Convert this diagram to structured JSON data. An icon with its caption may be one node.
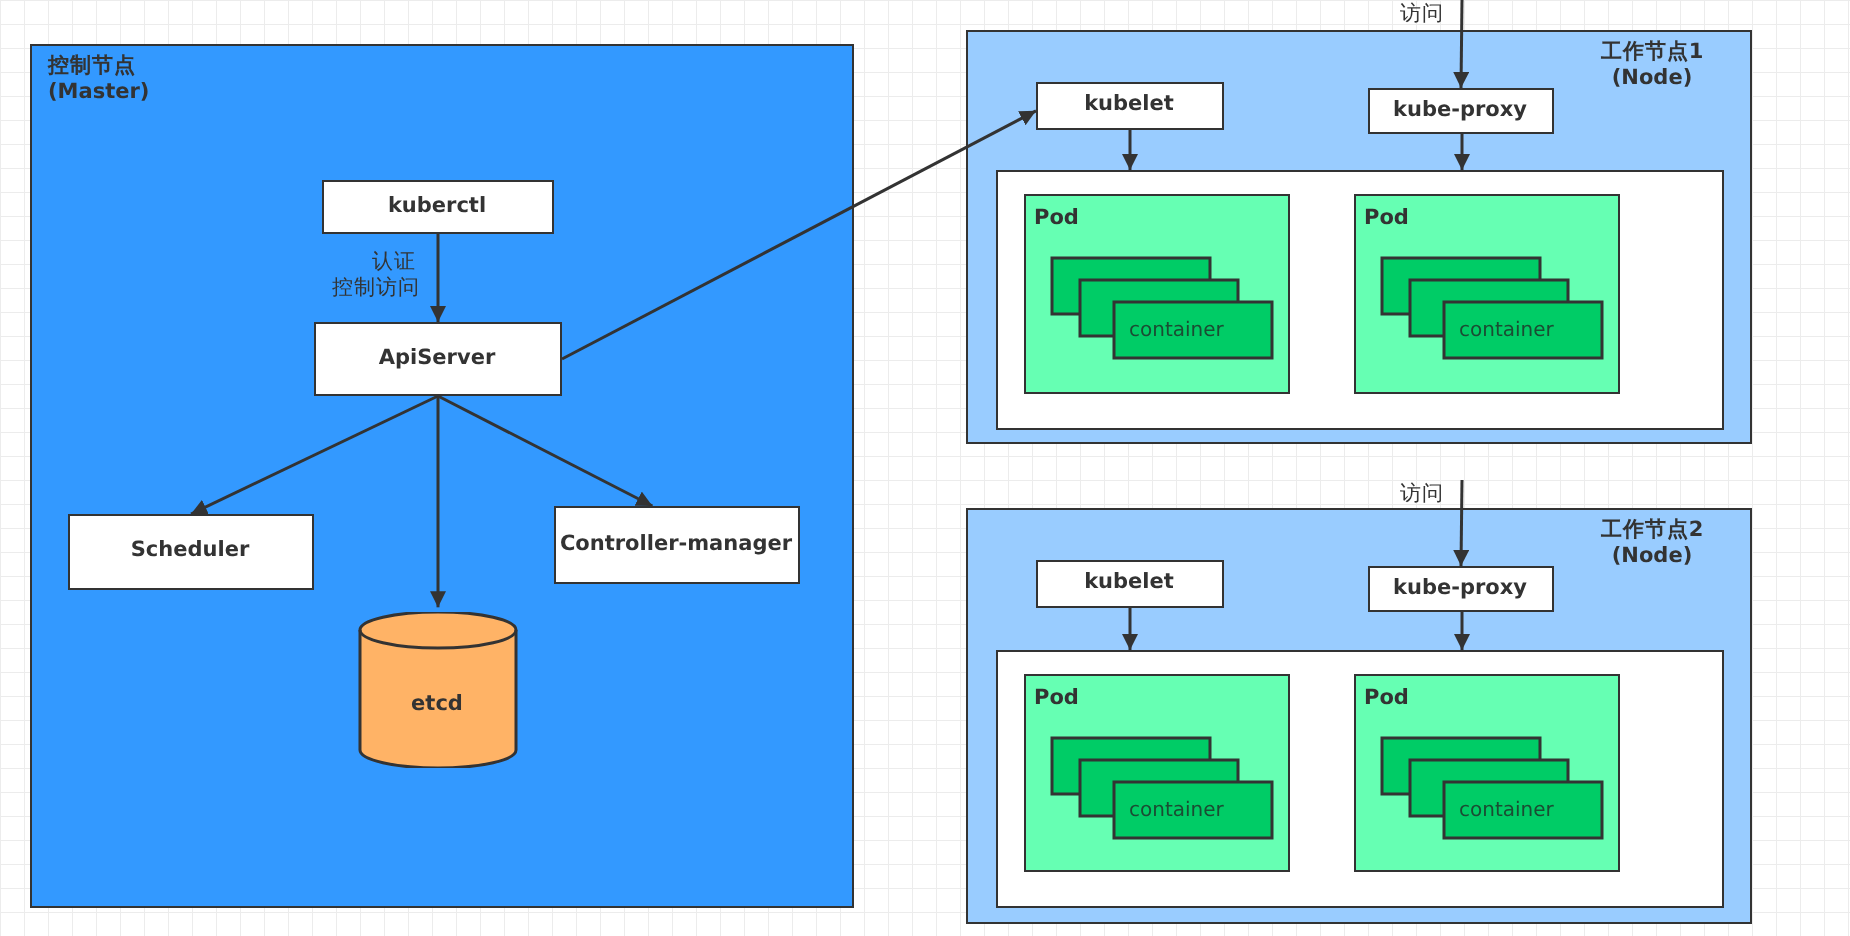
{
  "diagram": {
    "nodes": [
      {
        "text": [
          "控制节点 (Master)"
        ]
      },
      {
        "text": [
          "kuberctl"
        ],
        "in": 0
      },
      {
        "text": [
          "ApiServer"
        ],
        "in": 0
      },
      {
        "text": [
          "Scheduler"
        ],
        "in": 0
      },
      {
        "text": [
          "Controller-manager"
        ],
        "in": 0
      },
      {
        "text": [
          "etcd"
        ],
        "in": 0
      },
      {
        "text": [
          "工作节点1 (Node)"
        ]
      },
      {
        "text": [
          "kubelet"
        ],
        "in": 6
      },
      {
        "text": [
          "kube-proxy"
        ],
        "in": 6
      },
      {
        "text": [],
        "shape": "box",
        "in": 6
      },
      {
        "text": [
          "Pod"
        ],
        "in": 9
      },
      {
        "text": [
          "container"
        ],
        "in": 10
      },
      {
        "text": [
          "Pod"
        ],
        "in": 9
      },
      {
        "text": [
          "container"
        ],
        "in": 12
      },
      {
        "text": [
          "工作节点2 (Node)"
        ]
      },
      {
        "text": [
          "kubelet"
        ],
        "in": 14
      },
      {
        "text": [
          "kube-proxy"
        ],
        "in": 14
      },
      {
        "text": [],
        "shape": "box",
        "in": 14
      },
      {
        "text": [
          "Pod"
        ],
        "in": 17
      },
      {
        "text": [
          "container"
        ],
        "in": 18
      },
      {
        "text": [
          "Pod"
        ],
        "in": 17
      },
      {
        "text": [
          "container"
        ],
        "in": 20
      }
    ],
    "edges": [
      {
        "from": 1,
        "to": 2,
        "arrow": "to",
        "label": "认证控制访问"
      },
      {
        "from": 2,
        "to": 3,
        "arrow": "to"
      },
      {
        "from": 2,
        "to": 5,
        "arrow": "to"
      },
      {
        "from": 2,
        "to": 4,
        "arrow": "to"
      },
      {
        "from": 2,
        "to": 7,
        "arrow": "to"
      },
      {
        "from": null,
        "to": 8,
        "arrow": "to",
        "label": "访问"
      },
      {
        "from": 7,
        "to": 9,
        "arrow": "to"
      },
      {
        "from": 8,
        "to": 9,
        "arrow": "to"
      },
      {
        "from": null,
        "to": 16,
        "arrow": "to",
        "label": "访问"
      },
      {
        "from": 15,
        "to": 17,
        "arrow": "to"
      },
      {
        "from": 16,
        "to": 17,
        "arrow": "to"
      }
    ]
  }
}
